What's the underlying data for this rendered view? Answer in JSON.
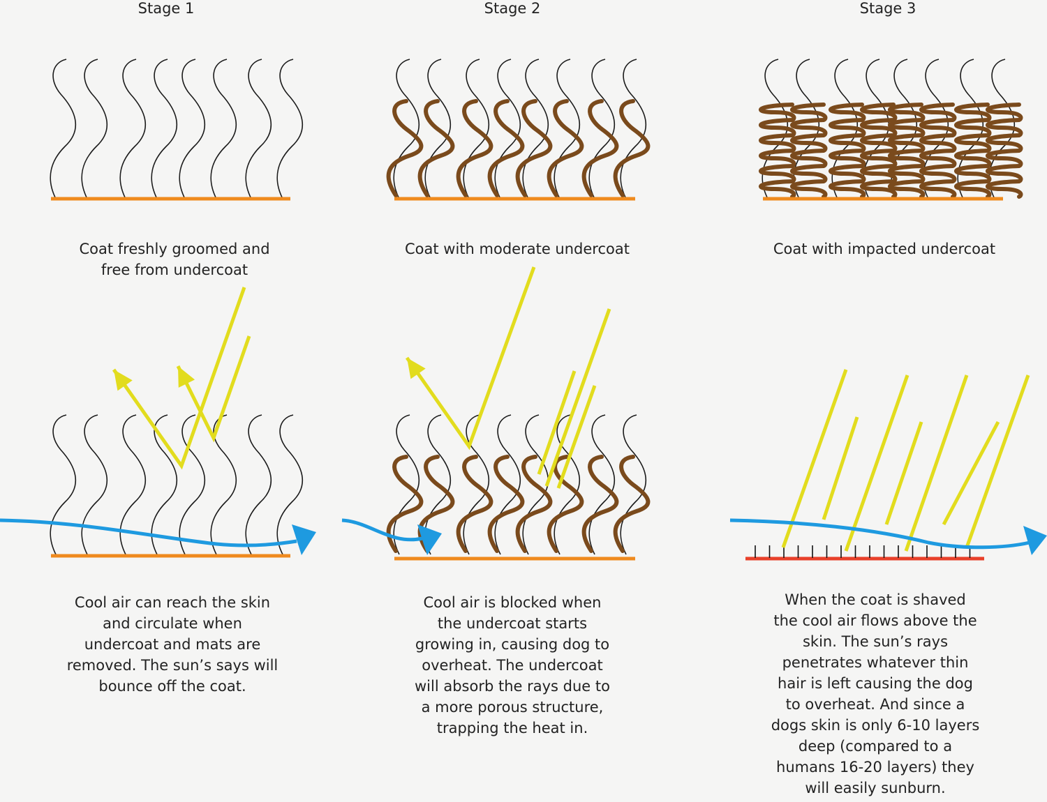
{
  "stages": [
    {
      "title": "Stage 1",
      "caption_lines": [
        "Coat freshly groomed and",
        "free from undercoat"
      ],
      "desc_lines": [
        "Cool air can reach the skin",
        "and circulate when",
        "undercoat and mats are",
        "removed. The sun’s says will",
        "bounce off the coat."
      ]
    },
    {
      "title": "Stage 2",
      "caption_lines": [
        "Coat with moderate undercoat"
      ],
      "desc_lines": [
        "Cool air is blocked when",
        "the undercoat starts",
        "growing in, causing dog to",
        "overheat.  The undercoat",
        "will absorb the rays due to",
        "a more porous structure,",
        "trapping the heat in."
      ]
    },
    {
      "title": "Stage 3",
      "caption_lines": [
        "Coat with impacted undercoat"
      ],
      "desc_lines": [
        "When the coat is shaved",
        "the cool air flows above the",
        "skin. The sun’s rays",
        "penetrates whatever thin",
        "hair is left causing the dog",
        "to overheat. And since a",
        "dogs skin is only 6-10 layers",
        "deep (compared to a",
        "humans 16-20 layers) they",
        "will easily sunburn."
      ]
    }
  ],
  "colors": {
    "skin": "#ef8a1e",
    "shaved_skin": "#e8402a",
    "undercoat": "#7a4a1c",
    "guard_hair": "#1a1a1a",
    "sun": "#e2dc1e",
    "air": "#1e9ae0"
  }
}
